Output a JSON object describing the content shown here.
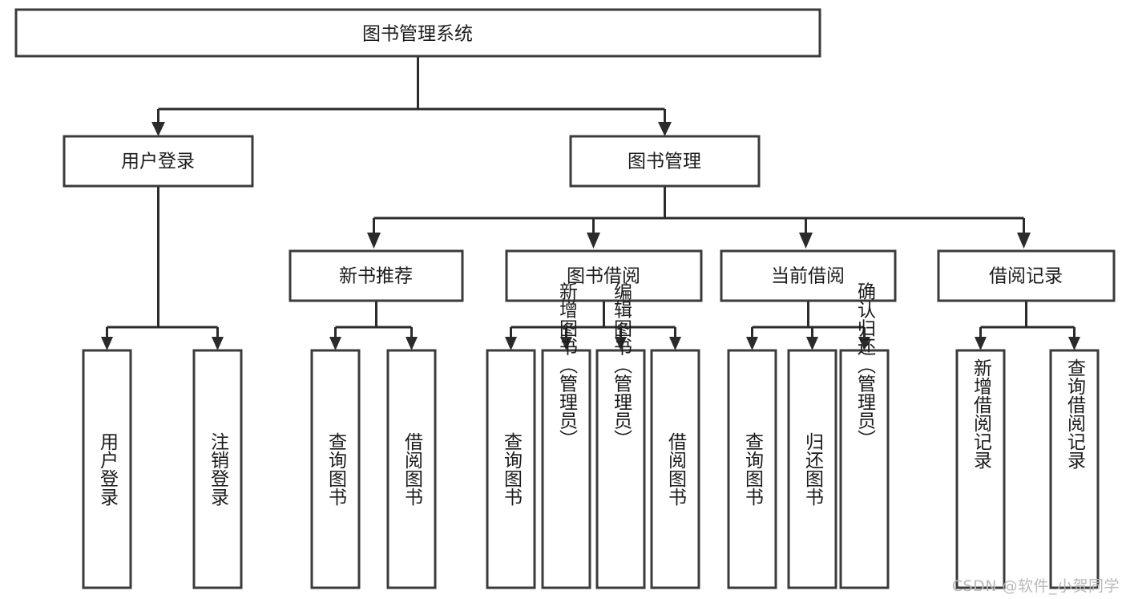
{
  "diagram": {
    "type": "tree-hierarchy-flowchart",
    "title": "图书管理系统",
    "background_color": "#ffffff",
    "box_stroke_color": "#3b3b3b",
    "edge_color": "#2b2b2b",
    "text_color": "#1b1b1b",
    "watermark": "CSDN @软件_小贺同学",
    "nodes": {
      "root": {
        "label": "图书管理系统",
        "orientation": "horizontal"
      },
      "level1": [
        {
          "id": "user-login",
          "label": "用户登录",
          "orientation": "horizontal"
        },
        {
          "id": "book-manage",
          "label": "图书管理",
          "orientation": "horizontal"
        }
      ],
      "level2": [
        {
          "id": "new-book-recommend",
          "label": "新书推荐",
          "orientation": "horizontal",
          "parent": "book-manage"
        },
        {
          "id": "book-borrow",
          "label": "图书借阅",
          "orientation": "horizontal",
          "parent": "book-manage"
        },
        {
          "id": "current-borrow",
          "label": "当前借阅",
          "orientation": "horizontal",
          "parent": "book-manage"
        },
        {
          "id": "borrow-record",
          "label": "借阅记录",
          "orientation": "horizontal",
          "parent": "book-manage"
        }
      ],
      "leaves": [
        {
          "id": "leaf-user-login",
          "label": "用户登录",
          "orientation": "vertical",
          "parent": "user-login"
        },
        {
          "id": "leaf-logout-login",
          "label": "注销登录",
          "orientation": "vertical",
          "parent": "user-login"
        },
        {
          "id": "leaf-query-book-1",
          "label": "查询图书",
          "orientation": "vertical",
          "parent": "new-book-recommend"
        },
        {
          "id": "leaf-borrow-book-1",
          "label": "借阅图书",
          "orientation": "vertical",
          "parent": "new-book-recommend"
        },
        {
          "id": "leaf-query-book-2",
          "label": "查询图书",
          "orientation": "vertical",
          "parent": "book-borrow"
        },
        {
          "id": "leaf-add-book-admin",
          "label": "新增图书（管理员）",
          "orientation": "vertical",
          "parent": "book-borrow"
        },
        {
          "id": "leaf-edit-book-admin",
          "label": "编辑图书（管理员）",
          "orientation": "vertical",
          "parent": "book-borrow"
        },
        {
          "id": "leaf-borrow-book-2",
          "label": "借阅图书",
          "orientation": "vertical",
          "parent": "book-borrow"
        },
        {
          "id": "leaf-query-book-3",
          "label": "查询图书",
          "orientation": "vertical",
          "parent": "current-borrow"
        },
        {
          "id": "leaf-return-book",
          "label": "归还图书",
          "orientation": "vertical",
          "parent": "current-borrow"
        },
        {
          "id": "leaf-confirm-return-admin",
          "label": "确认归还（管理员）",
          "orientation": "vertical",
          "parent": "current-borrow"
        },
        {
          "id": "leaf-add-borrow-record",
          "label": "新增借阅记录",
          "orientation": "vertical",
          "parent": "borrow-record"
        },
        {
          "id": "leaf-query-borrow-record",
          "label": "查询借阅记录",
          "orientation": "vertical",
          "parent": "borrow-record"
        }
      ]
    }
  }
}
